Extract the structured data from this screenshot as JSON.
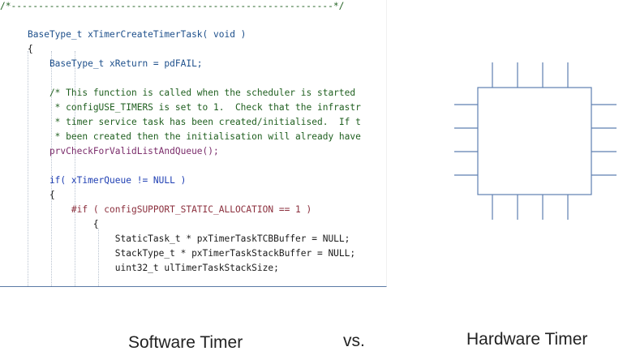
{
  "code_lines": [
    "/*-----------------------------------------------------------*/",
    "",
    "BaseType_t xTimerCreateTimerTask( void )",
    "{",
    "    BaseType_t xReturn = pdFAIL;",
    "",
    "    /* This function is called when the scheduler is started",
    "     * configUSE_TIMERS is set to 1.  Check that the infrastr",
    "     * timer service task has been created/initialised.  If t",
    "     * been created then the initialisation will already have",
    "    prvCheckForValidListAndQueue();",
    "",
    "    if( xTimerQueue != NULL )",
    "    {",
    "        #if ( configSUPPORT_STATIC_ALLOCATION == 1 )",
    "            {",
    "                StaticTask_t * pxTimerTaskTCBBuffer = NULL;",
    "                StackType_t * pxTimerTaskStackBuffer = NULL;",
    "                uint32_t ulTimerTaskStackSize;"
  ],
  "captions": {
    "software": "Software Timer",
    "vs": "vs.",
    "hardware": "Hardware Timer"
  },
  "colors": {
    "chip_stroke": "#5e7fb0",
    "code_border": "#5b7aa6"
  },
  "icons": {
    "hardware": "chip-icon"
  }
}
